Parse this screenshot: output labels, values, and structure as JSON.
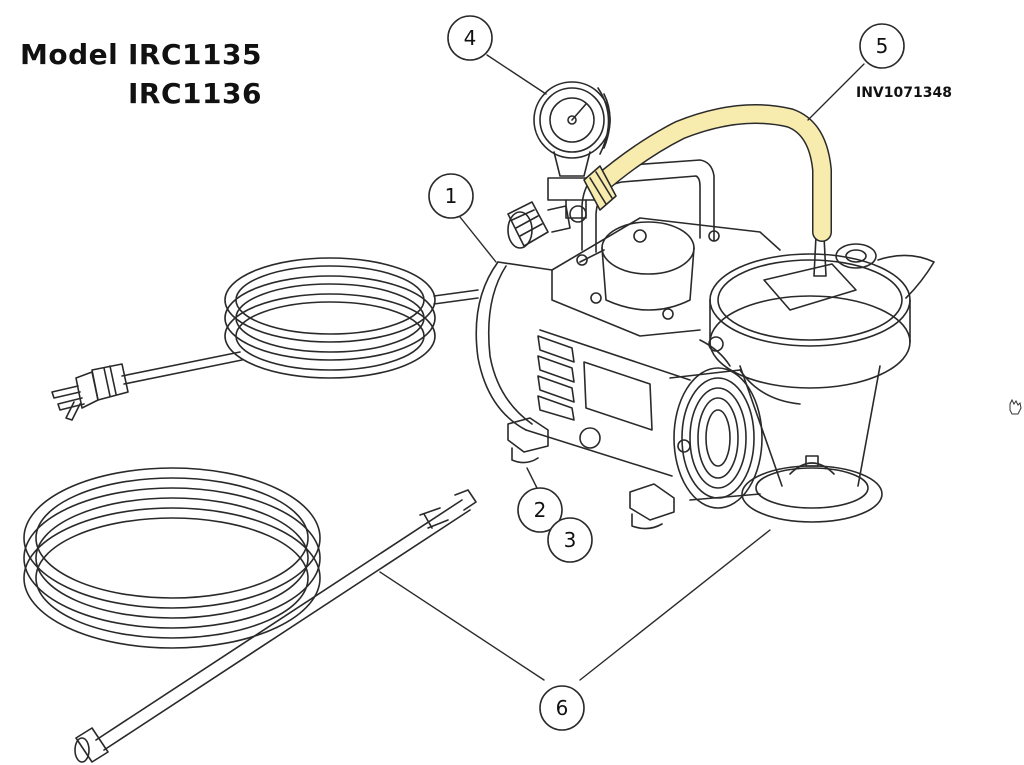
{
  "title": {
    "model_label": "Model",
    "models": [
      "IRC1135",
      "IRC1136"
    ]
  },
  "part_number": "INV1071348",
  "callouts": [
    {
      "id": "1",
      "label": "1"
    },
    {
      "id": "2",
      "label": "2"
    },
    {
      "id": "3",
      "label": "3"
    },
    {
      "id": "4",
      "label": "4"
    },
    {
      "id": "5",
      "label": "5"
    },
    {
      "id": "6",
      "label": "6"
    }
  ],
  "colors": {
    "line": "#2a2a2a",
    "tube_highlight": "#f7ebae",
    "background": "#ffffff"
  },
  "icons": [
    "hand-cursor-icon"
  ]
}
